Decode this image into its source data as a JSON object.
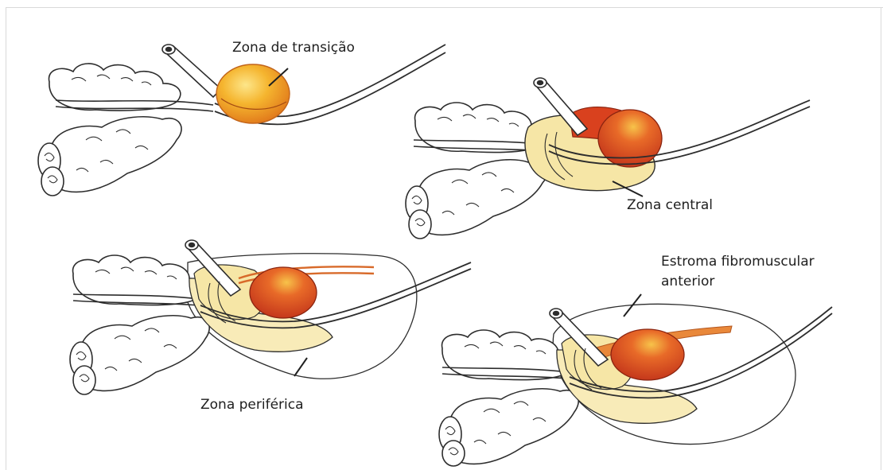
{
  "labels": {
    "transition_zone": "Zona de transição",
    "central_zone": "Zona central",
    "peripheral_zone": "Zona periférica",
    "anterior_fibromuscular_stroma_line1": "Estroma fibromuscular",
    "anterior_fibromuscular_stroma_line2": "anterior"
  },
  "colors": {
    "transition_zone": "#f2a52c",
    "transition_zone_highlight": "#fde68a",
    "stage_red": "#d9411e",
    "central_zone": "#f6e6a6",
    "peripheral_zone": "#f8ebb8",
    "outline": "#2d2d2d",
    "tissue_fill": "#ffffff"
  }
}
